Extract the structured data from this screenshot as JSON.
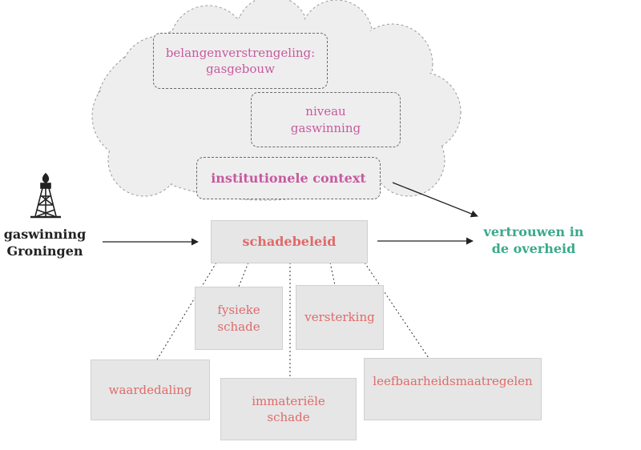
{
  "cloud_factors": {
    "belangen_line1": "belangenverstrengeling:",
    "belangen_line2": "gasgebouw",
    "niveau_line1": "niveau",
    "niveau_line2": "gaswinning",
    "institutioneel": "institutionele context"
  },
  "source": {
    "line1": "gaswinning",
    "line2": "Groningen",
    "icon": "gas-rig-icon"
  },
  "center": {
    "label": "schadebeleid"
  },
  "outcome": {
    "line1": "vertrouwen in",
    "line2": "de overheid"
  },
  "subtypes": {
    "fysieke_line1": "fysieke",
    "fysieke_line2": "schade",
    "versterking": "versterking",
    "waardedaling": "waardedaling",
    "immaterieel_line1": "immateriële",
    "immaterieel_line2": "schade",
    "leefbaarheid": "leefbaarheidsmaatregelen"
  },
  "colors": {
    "context_text": "#c75a9e",
    "policy_text": "#e06a6a",
    "outcome_text": "#3aa98a",
    "box_fill": "#e6e6e6",
    "cloud_fill": "#eeeeee"
  }
}
